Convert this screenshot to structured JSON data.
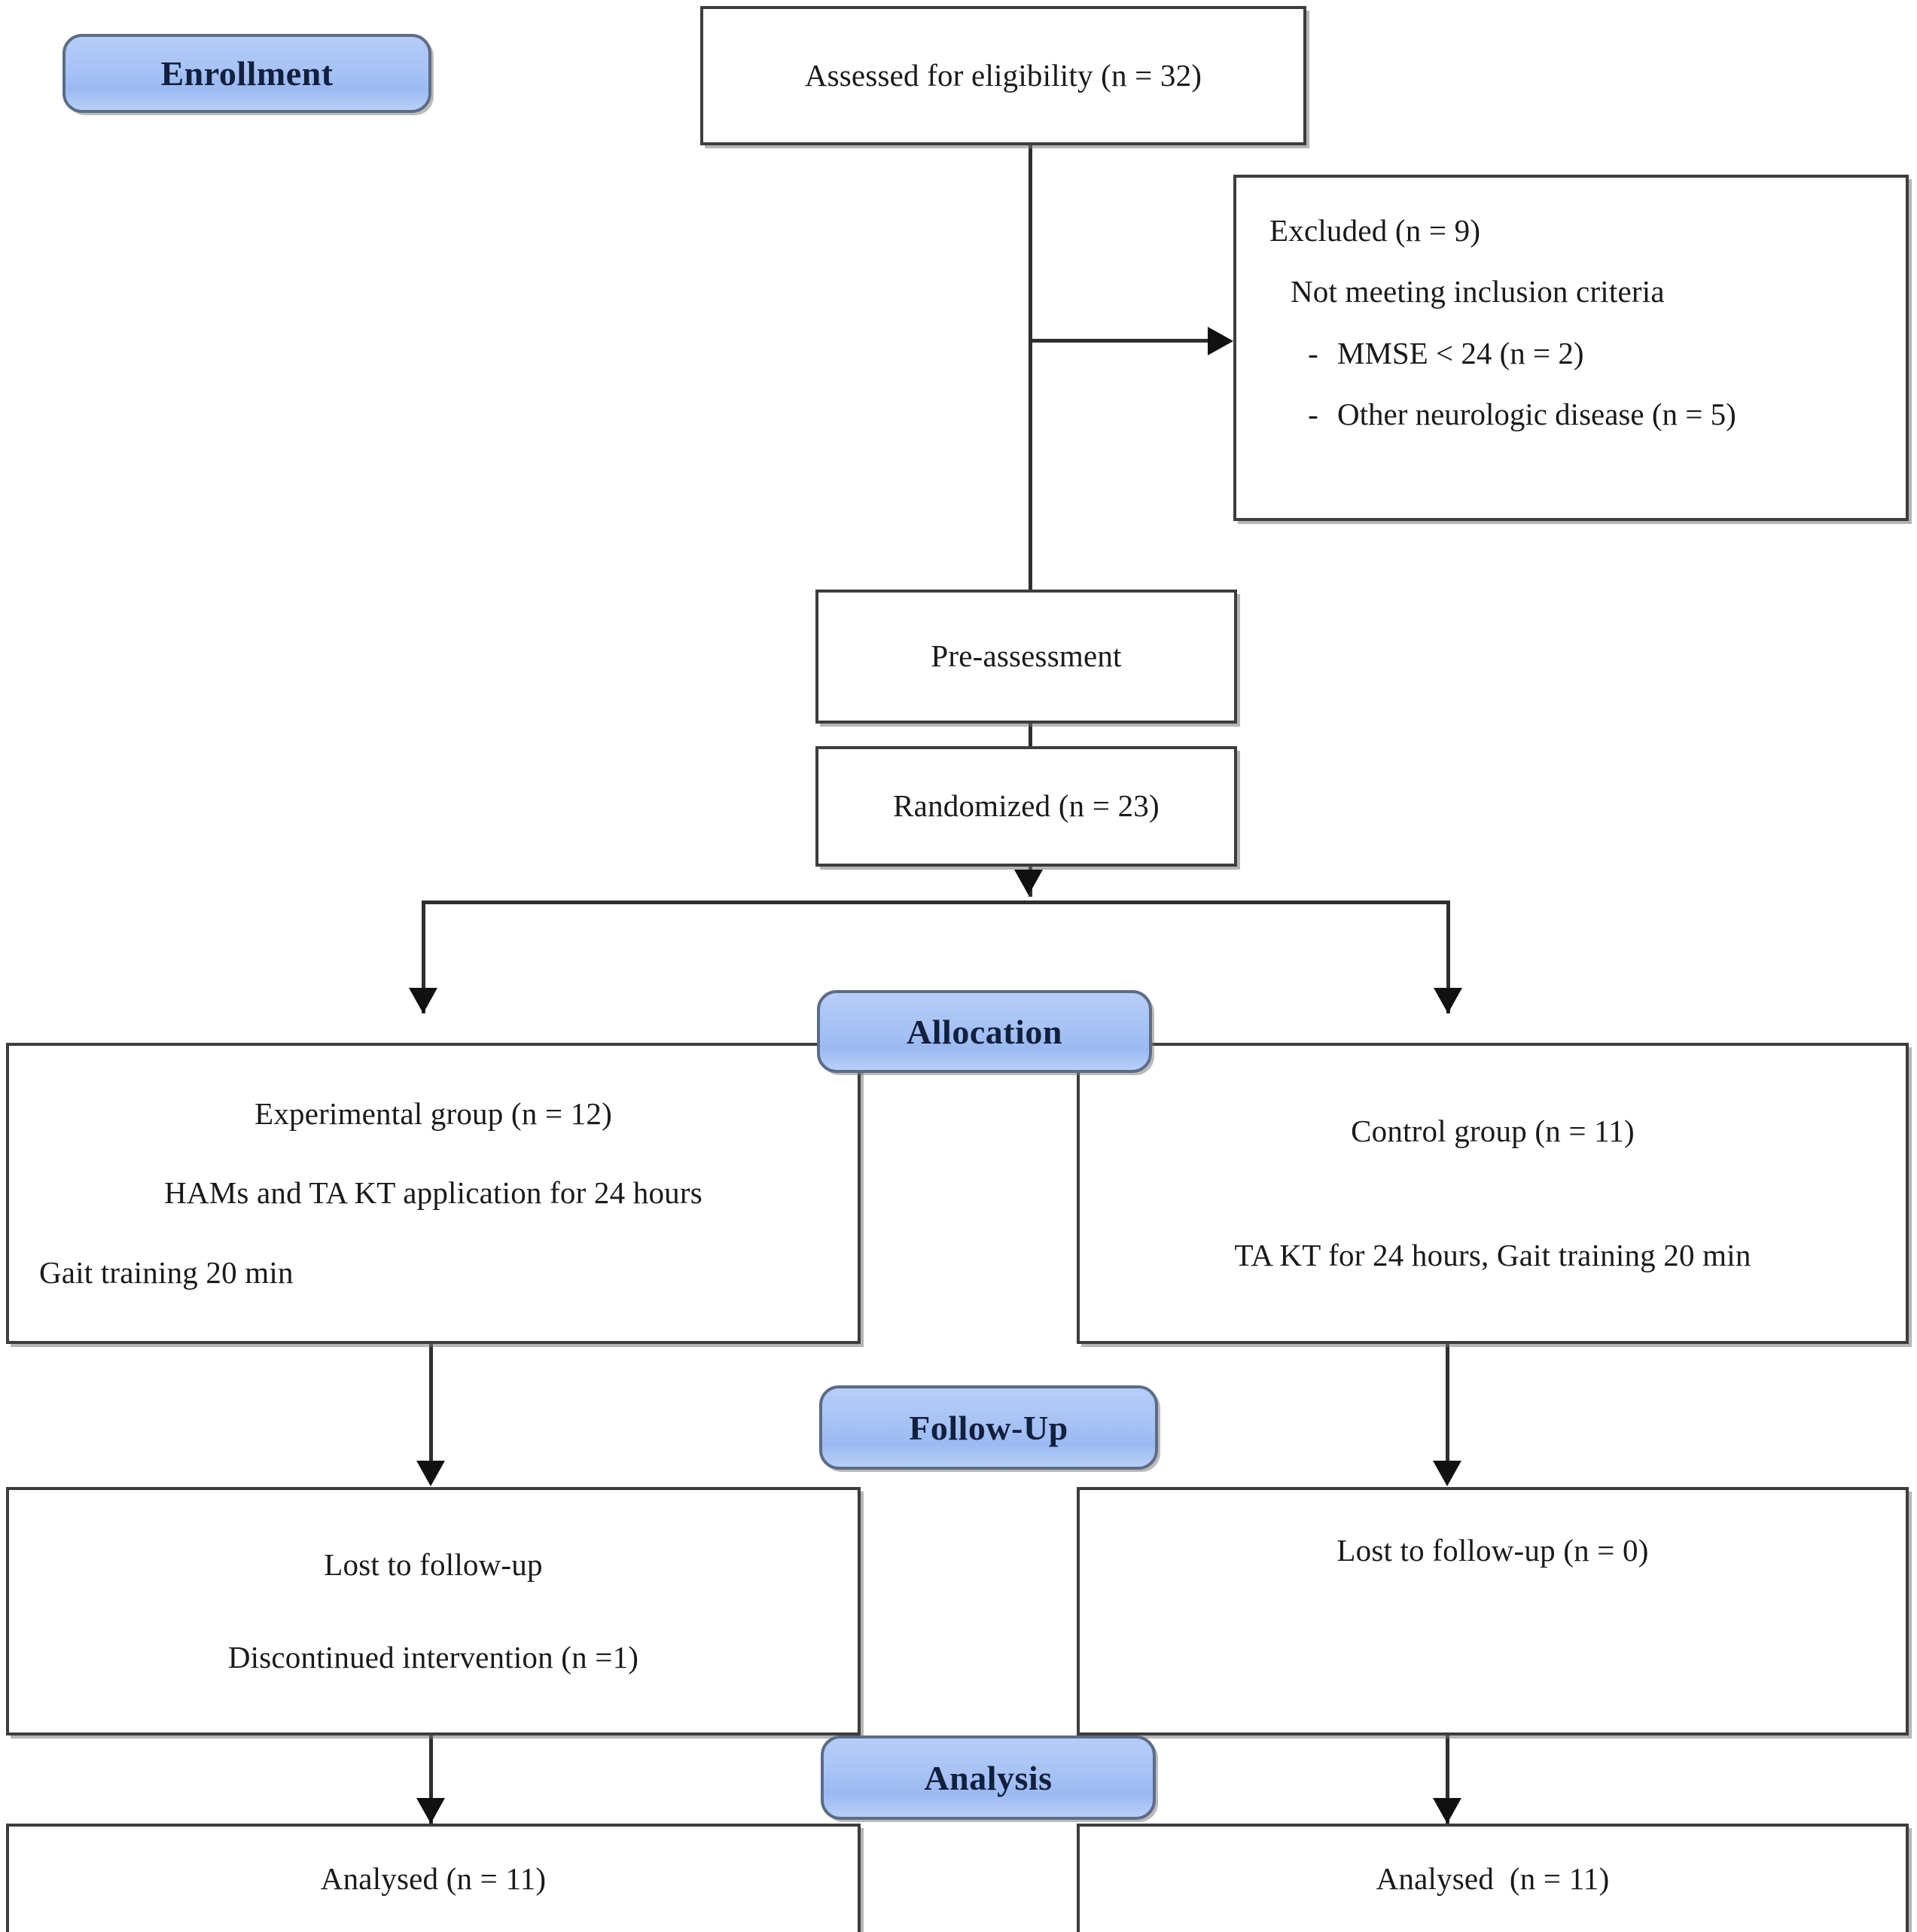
{
  "diagram": {
    "title": "CONSORT participant flow diagram",
    "accent_blue": "#a6c1f4",
    "badge_border": "#5d6c86",
    "box_border": "#3d3d3d",
    "text_color": "#1a1a1a"
  },
  "stages": {
    "enrollment": "Enrollment",
    "allocation": "Allocation",
    "follow_up": "Follow-Up",
    "analysis": "Analysis"
  },
  "nodes": {
    "assessed": {
      "lines": [
        "Assessed for eligibility (n = 32)"
      ]
    },
    "excluded": {
      "heading": "Excluded (n = 9)",
      "subheading": "Not meeting inclusion criteria",
      "bullets": [
        {
          "dash": "-",
          "text": "MMSE < 24 (n = 2)"
        },
        {
          "dash": "-",
          "text": "Other neurologic disease (n = 5)"
        }
      ]
    },
    "pre_assessment": {
      "lines": [
        "Pre-assessment"
      ]
    },
    "randomized": {
      "lines": [
        "Randomized (n = 23)"
      ]
    },
    "experimental_group": {
      "lines": [
        "Experimental group (n = 12)",
        "HAMs and TA KT application for 24 hours",
        "Gait training 20 min"
      ]
    },
    "control_group": {
      "lines": [
        "Control group (n = 11)",
        "TA KT for 24 hours, Gait training 20 min"
      ]
    },
    "followup_left": {
      "lines": [
        "Lost to follow-up",
        "Discontinued intervention (n =1)"
      ]
    },
    "followup_right": {
      "lines": [
        "Lost to follow-up (n = 0)"
      ]
    },
    "analysed_left": {
      "lines": [
        "Analysed (n = 11)"
      ]
    },
    "analysed_right": {
      "lines": [
        "Analysed  (n = 11)"
      ]
    }
  }
}
